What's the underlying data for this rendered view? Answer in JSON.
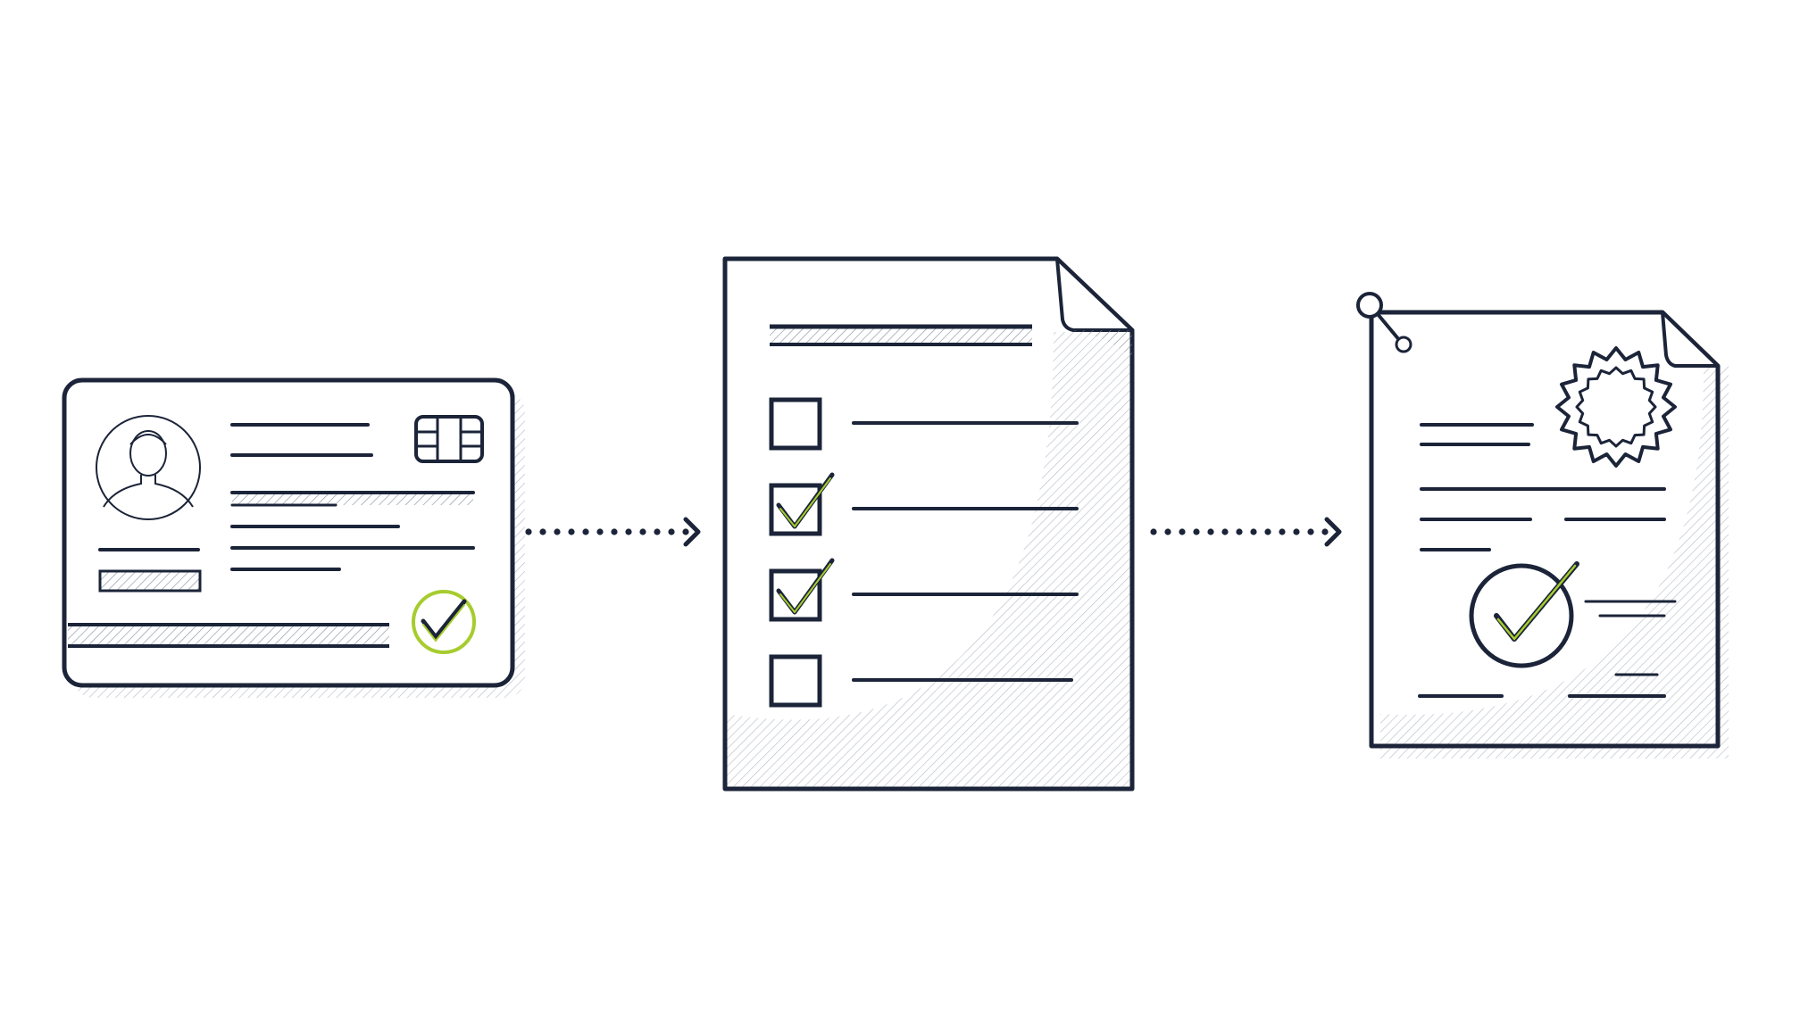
{
  "diagram": {
    "steps": [
      {
        "id": "id-card",
        "icons": [
          "person-icon",
          "chip-icon",
          "check-circle-icon"
        ]
      },
      {
        "id": "checklist",
        "checklist_items": [
          false,
          true,
          true,
          false
        ],
        "icons": [
          "checkbox-icon",
          "check-mark-icon"
        ]
      },
      {
        "id": "certificate",
        "icons": [
          "seal-icon",
          "pin-icon",
          "check-circle-icon"
        ]
      }
    ],
    "connectors": [
      {
        "from": "id-card",
        "to": "checklist",
        "style": "dotted-arrow"
      },
      {
        "from": "checklist",
        "to": "certificate",
        "style": "dotted-arrow"
      }
    ]
  },
  "colors": {
    "ink": "#1b2438",
    "accent": "#a6cc2e",
    "hatch": "#8b93a6",
    "background": "#ffffff"
  }
}
